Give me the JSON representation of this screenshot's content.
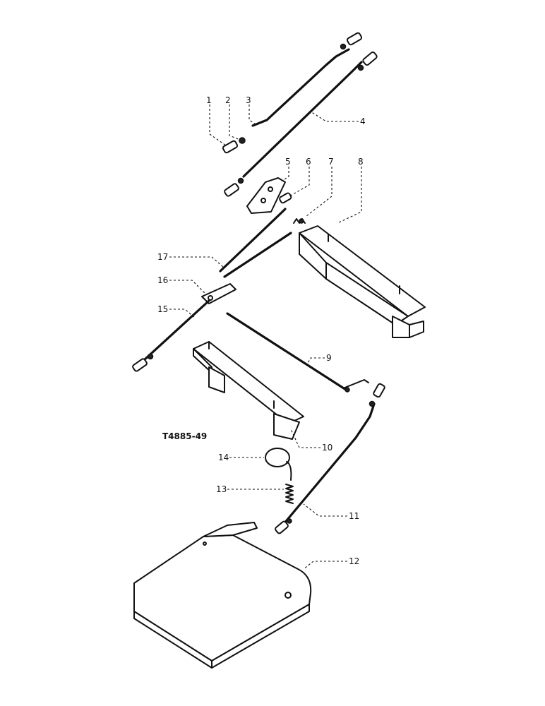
{
  "figure_code": "T4885-49",
  "callouts": [
    "1",
    "2",
    "3",
    "4",
    "5",
    "6",
    "7",
    "8",
    "9",
    "10",
    "11",
    "12",
    "13",
    "14",
    "15",
    "16",
    "17"
  ],
  "colors": {
    "ink": "#111111",
    "paper": "#ffffff"
  }
}
